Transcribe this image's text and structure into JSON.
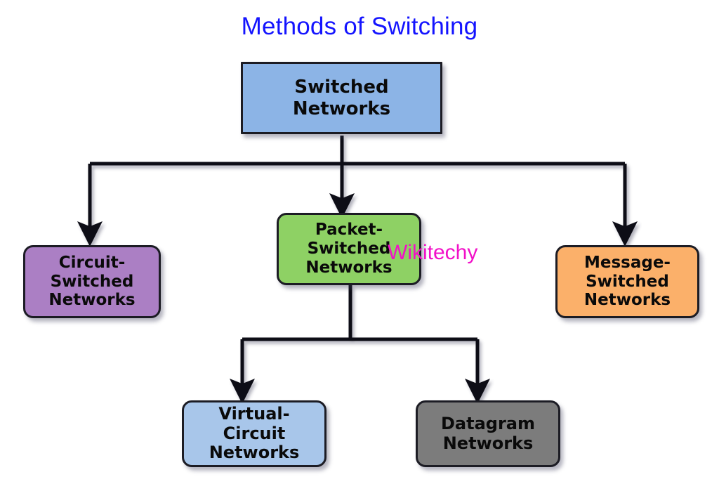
{
  "title": "Methods of Switching",
  "title_color": "#1414ff",
  "background_color": "#ffffff",
  "watermark": {
    "text": "Wikitechy",
    "color": "#f210c8"
  },
  "nodes": {
    "root": {
      "label": "Switched Networks",
      "fill": "#8cb4e6",
      "border": "#1c1c24",
      "text_color": "#0a0a0a",
      "shape": "rectangle"
    },
    "circuit": {
      "label": "Circuit-\nSwitched\nNetworks",
      "fill": "#ab7fc4",
      "border": "#1c1c24",
      "text_color": "#0a0a0a",
      "shape": "rounded-rectangle"
    },
    "packet": {
      "label": "Packet-\nSwitched\nNetworks",
      "fill": "#8ed164",
      "border": "#1c1c24",
      "text_color": "#0a0a0a",
      "shape": "rounded-rectangle"
    },
    "message": {
      "label": "Message-\nSwitched\nNetworks",
      "fill": "#fbb06a",
      "border": "#1c1c24",
      "text_color": "#0a0a0a",
      "shape": "rounded-rectangle"
    },
    "virtual_circuit": {
      "label": "Virtual-Circuit\nNetworks",
      "fill": "#a8c6ea",
      "border": "#1c1c24",
      "text_color": "#0a0a0a",
      "shape": "rounded-rectangle"
    },
    "datagram": {
      "label": "Datagram\nNetworks",
      "fill": "#7c7c7c",
      "border": "#1c1c24",
      "text_color": "#0a0a0a",
      "shape": "rounded-rectangle"
    }
  },
  "edges": {
    "line_color": "#111118",
    "items": [
      {
        "from": "root",
        "to": "circuit"
      },
      {
        "from": "root",
        "to": "packet"
      },
      {
        "from": "root",
        "to": "message"
      },
      {
        "from": "packet",
        "to": "virtual_circuit"
      },
      {
        "from": "packet",
        "to": "datagram"
      }
    ]
  }
}
